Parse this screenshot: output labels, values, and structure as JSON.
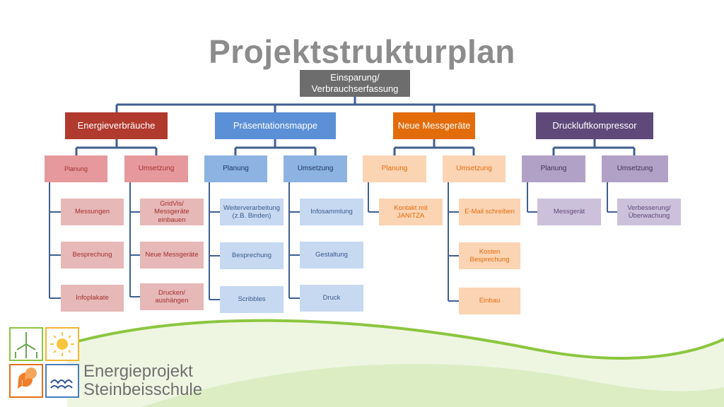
{
  "title": "Projektstrukturplan",
  "root": "Einsparung/ Verbrauchserfassung",
  "categories": [
    {
      "label": "Energieverbräuche",
      "planung": {
        "label": "Planung",
        "items": [
          "Messungen",
          "Besprechung",
          "Infoplakate"
        ]
      },
      "umsetzung": {
        "label": "Umsetzung",
        "items": [
          "GridVis/ Messgeräte einbauen",
          "Neue Messgeräte",
          "Drucken/ aushängen"
        ]
      }
    },
    {
      "label": "Präsentationsmappe",
      "planung": {
        "label": "Planung",
        "items": [
          "Weiterverarbeitung (z.B. Binden)",
          "Besprechung",
          "Scribbles"
        ]
      },
      "umsetzung": {
        "label": "Umsetzung",
        "items": [
          "Infosammlung",
          "Gestaltung",
          "Druck"
        ]
      }
    },
    {
      "label": "Neue Messgeräte",
      "planung": {
        "label": "Planung",
        "items": [
          "Kontakt mit JANITZA"
        ]
      },
      "umsetzung": {
        "label": "Umsetzung",
        "items": [
          "E-Mail schreiben",
          "Kosten Besprechung",
          "Einbau"
        ]
      }
    },
    {
      "label": "Druckluftkompressor",
      "planung": {
        "label": "Planung",
        "items": [
          "Messgerät"
        ]
      },
      "umsetzung": {
        "label": "Umsetzung",
        "items": [
          "Verbesserung/ Überwachung"
        ]
      }
    }
  ],
  "logo": {
    "line1": "Energieprojekt",
    "line2": "Steinbeisschule"
  },
  "colors": {
    "root": "#6d6d6d",
    "connector": "#3f5f8f",
    "red_dark": "#b13a2e",
    "red_light": "#e6999c",
    "red_text": "#a33030",
    "blue_dark": "#5b90d6",
    "blue_light": "#c6d9f1",
    "blue_text": "#3c5a8c",
    "orange_dark": "#e36c0a",
    "orange_light": "#fbd4b4",
    "orange_text": "#e36c0a",
    "purple_dark": "#5f497a",
    "purple_light": "#ccc1da",
    "purple_text": "#5f497a",
    "wave": "#8cc63f"
  }
}
